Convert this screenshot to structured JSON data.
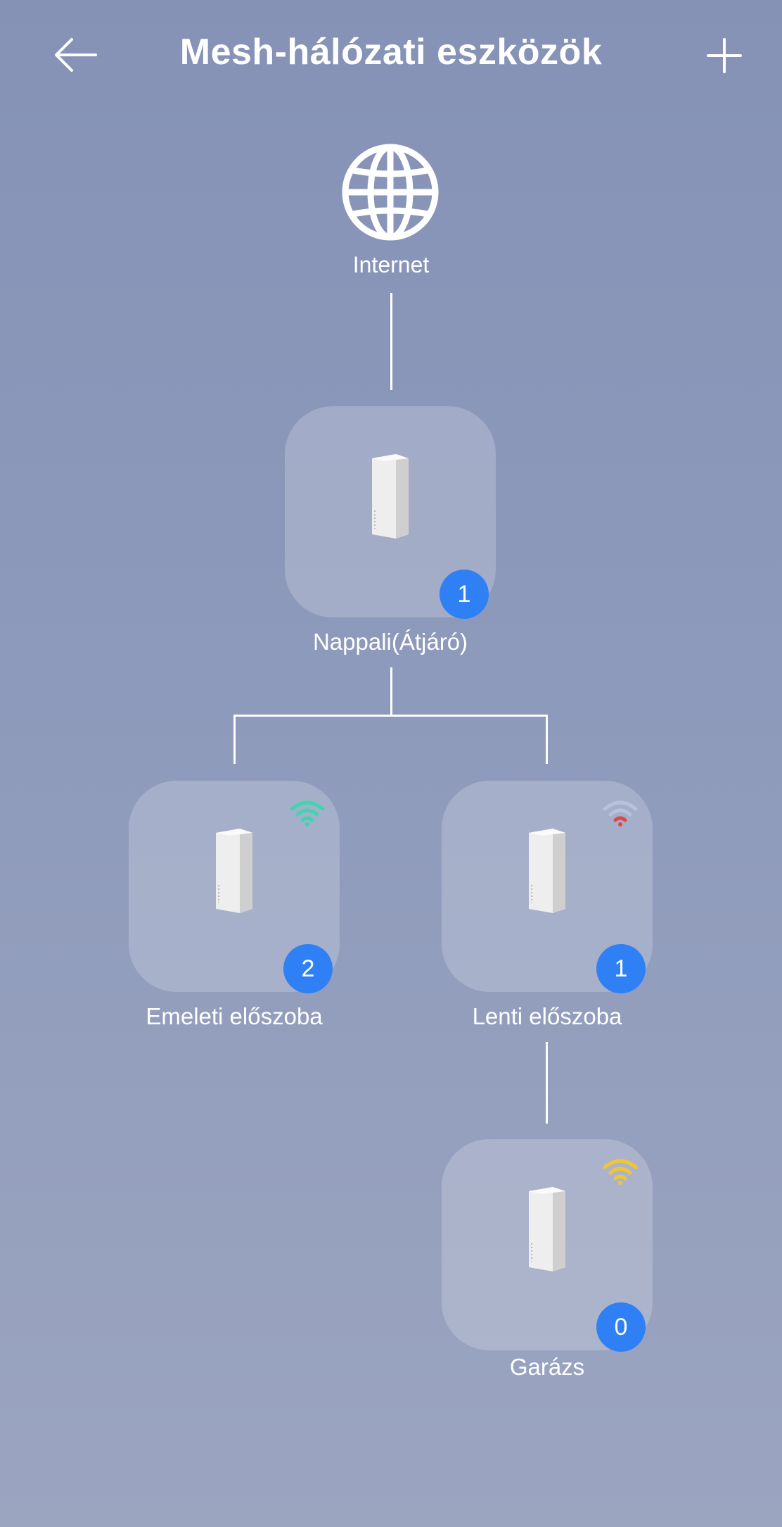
{
  "header": {
    "title": "Mesh-hálózati eszközök"
  },
  "internet": {
    "label": "Internet"
  },
  "nodes": [
    {
      "name": "Nappali(Átjáró)",
      "count": "1"
    },
    {
      "name": "Emeleti előszoba",
      "count": "2",
      "signal": "strong",
      "signal_color": "#3dd6b0"
    },
    {
      "name": "Lenti előszoba",
      "count": "1",
      "signal": "weak",
      "signal_color": "#e04646"
    },
    {
      "name": "Garázs",
      "count": "0",
      "signal": "medium",
      "signal_color": "#f2c633"
    }
  ],
  "colors": {
    "badge": "#2f80f5"
  }
}
